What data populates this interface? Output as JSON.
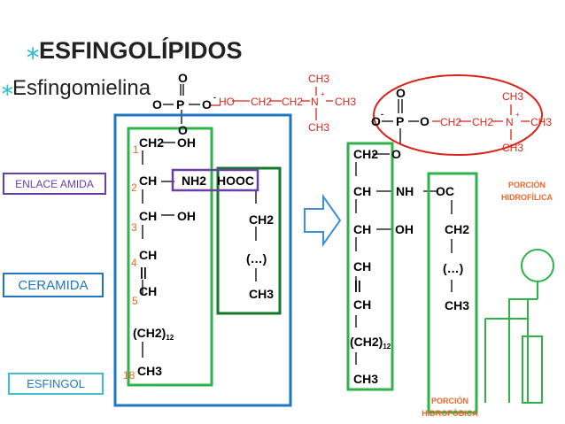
{
  "slide": {
    "title": "ESFINGOLÍPIDOS",
    "subtitle": "Esfingomielina",
    "bullet": "∗",
    "accent_color": "#3cc1cc",
    "red_color": "#d9261c",
    "orange_color": "#f0662a"
  },
  "left": {
    "phosphate": {
      "o_top": "O",
      "o_left": "O",
      "p": "P",
      "o_right": "O",
      "o_bottom": "O",
      "minus": "-"
    },
    "choline": {
      "ho": "HO",
      "ch2a": "CH2",
      "ch2b": "CH2",
      "n": "N",
      "plus": "+",
      "ch3_top": "CH3",
      "ch3_right": "CH3",
      "ch3_bottom": "CH3"
    },
    "numbers": [
      "1",
      "2",
      "3",
      "4",
      "5",
      "18"
    ],
    "chain": {
      "c1": "CH2",
      "oh1": "OH",
      "c2": "CH",
      "nh2": "NH2",
      "c3": "CH",
      "oh3": "OH",
      "c4": "CH",
      "double": "||",
      "c5": "CH",
      "ch2n": "(CH2)",
      "ch2n_sub": "12",
      "c18": "CH3"
    },
    "acid": {
      "hooc": "HOOC",
      "ch2": "CH2",
      "dots": "(…)",
      "ch3": "CH3"
    }
  },
  "right": {
    "phosphate": {
      "o_top": "O",
      "o_left": "O",
      "minus": "-",
      "p": "P",
      "o_right": "O"
    },
    "choline": {
      "ch2a": "CH2",
      "ch2b": "CH2",
      "n": "N",
      "plus": "+",
      "ch3_top": "CH3",
      "ch3_right": "CH3",
      "ch3_bottom": "CH3"
    },
    "chain": {
      "c1": "CH2",
      "o1": "O",
      "c2": "CH",
      "nh": "NH",
      "c3": "CH",
      "oh3": "OH",
      "c4": "CH",
      "double": "||",
      "c5": "CH",
      "ch2n": "(CH2)",
      "ch2n_sub": "12",
      "c18": "CH3"
    },
    "acid": {
      "oc": "OC",
      "ch2": "CH2",
      "dots": "(…)",
      "ch3": "CH3"
    }
  },
  "labels": {
    "enlace_amida": "ENLACE AMIDA",
    "ceramida": "CERAMIDA",
    "esfingol": "ESFINGOL",
    "porcion_hidrofilica": [
      "PORCIÓN",
      "HIDROFÍLICA"
    ],
    "porcion_hidrofobica": [
      "PORCIÓN",
      "HIDROFÓBICA"
    ]
  }
}
